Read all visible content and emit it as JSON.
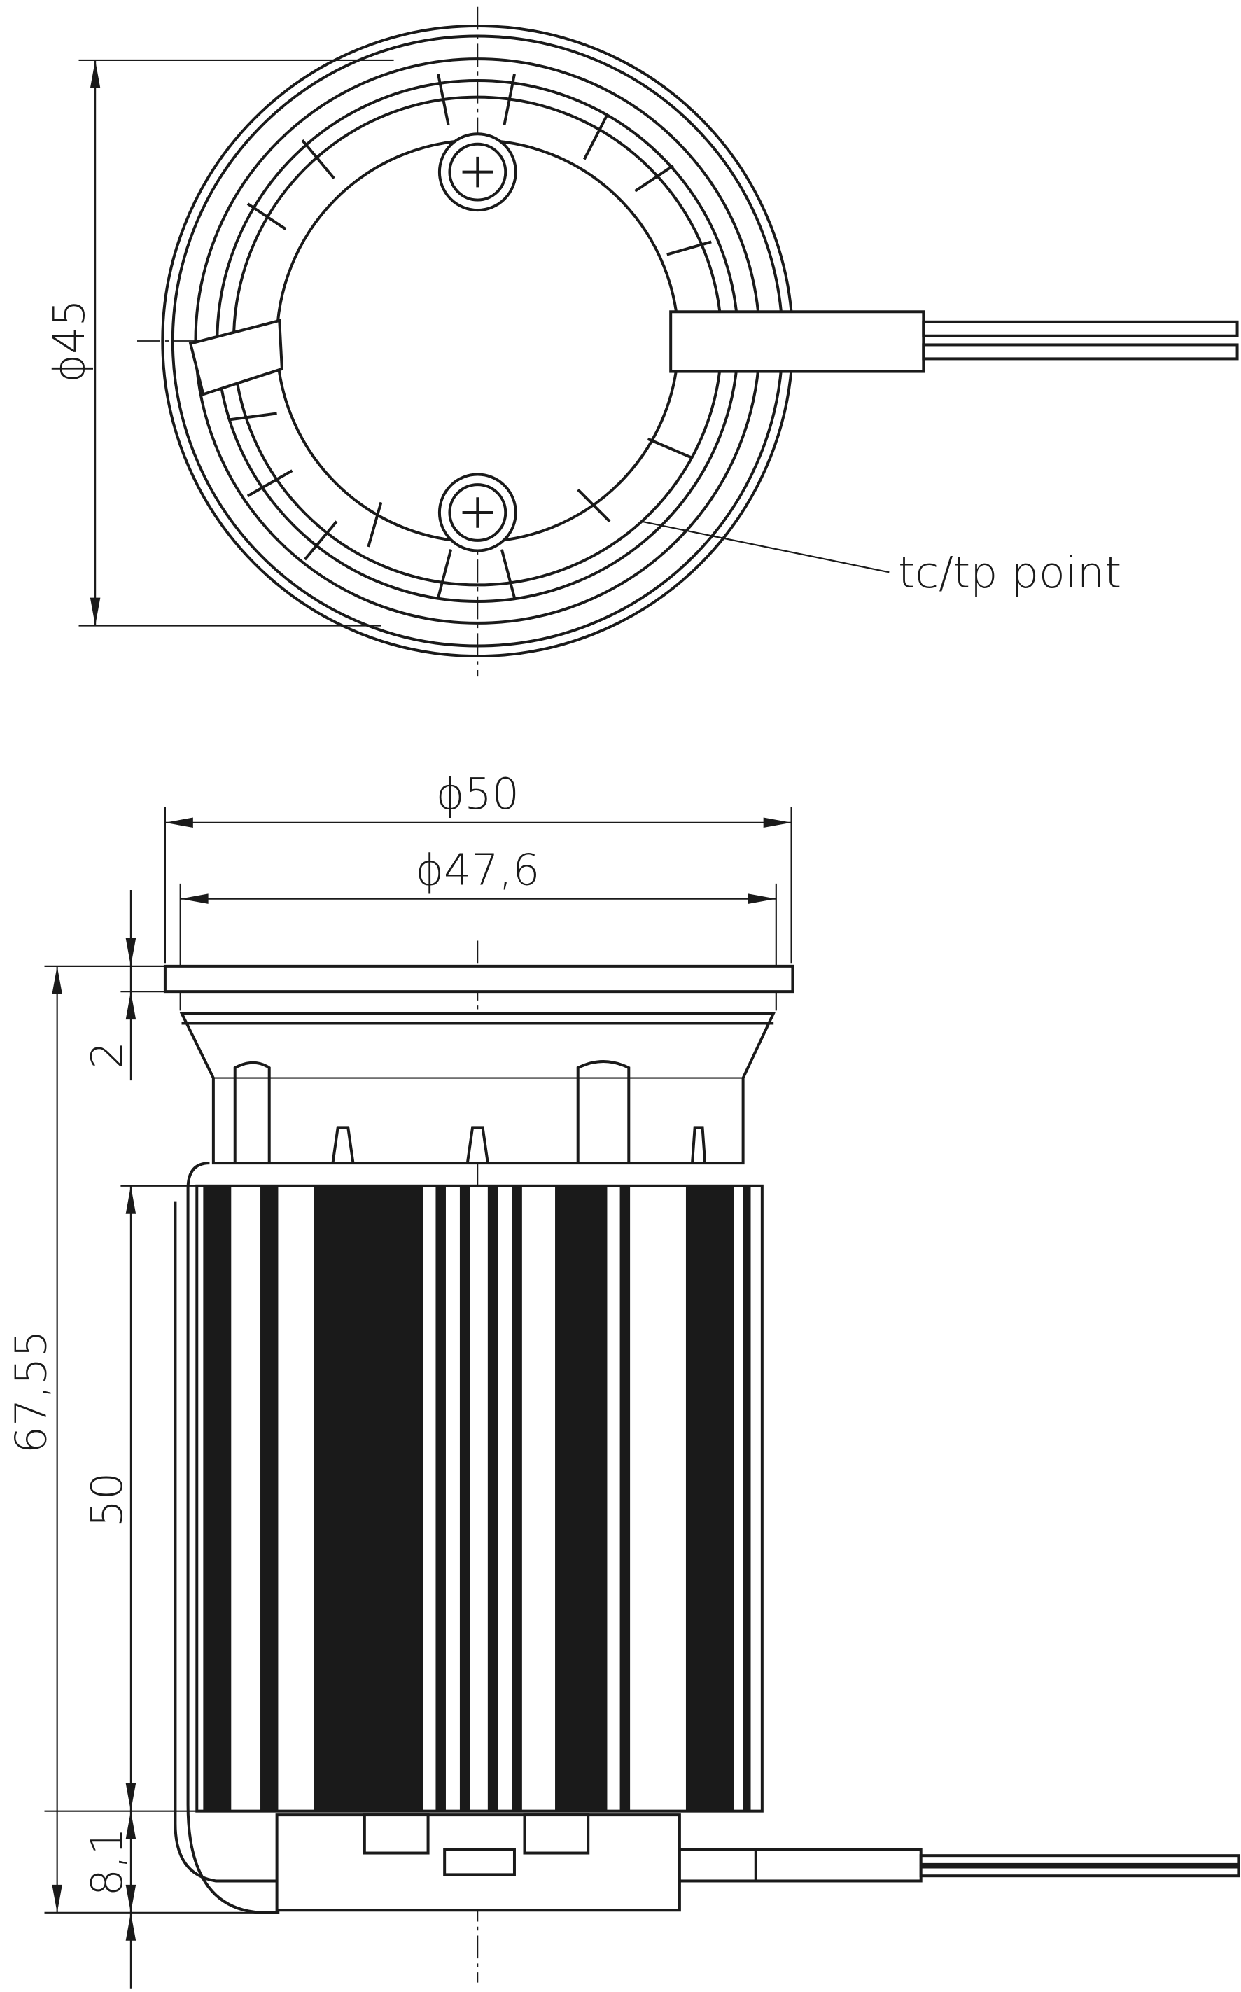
{
  "top_view": {
    "diameter_label": "ϕ45",
    "callout_label": "tc/tp  point"
  },
  "side_view": {
    "outer_diameter_label": "ϕ50",
    "inner_diameter_label": "ϕ47,6",
    "total_height_label": "67,55",
    "flange_height_label": "2",
    "heatsink_height_label": "50",
    "bottom_height_label": "8,1"
  },
  "colors": {
    "line": "#1a1a1a",
    "background": "#ffffff"
  }
}
